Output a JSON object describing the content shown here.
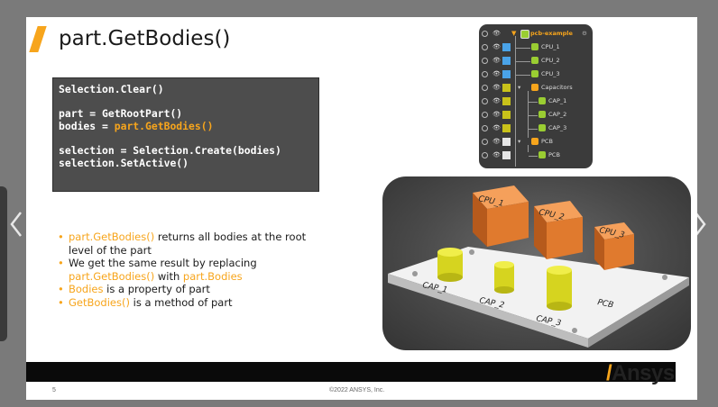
{
  "slide": {
    "title": "part.GetBodies()",
    "page_number": "5",
    "copyright": "©2022 ANSYS, Inc.",
    "logo_text": "Ansys",
    "accent_color": "#f7a51c"
  },
  "code": {
    "line1": "Selection.Clear()",
    "line2a": "part = GetRootPart()",
    "line3a": "bodies = ",
    "line3b": "part.GetBodies()",
    "line4": "selection = Selection.Create(bodies)",
    "line5": "selection.SetActive()"
  },
  "bullets": {
    "b1_hl": "part.GetBodies()",
    "b1_rest": " returns all bodies at the root level of the part",
    "b2_rest": "We get the same result by replacing ",
    "b2_hl1": "part.GetBodies()",
    "b2_mid": " with ",
    "b2_hl2": "part.Bodies",
    "b3_hl": "Bodies",
    "b3_rest": " is a property of part",
    "b4_hl": "GetBodies()",
    "b4_rest": " is a method of part"
  },
  "tree": {
    "root": "pcb-example",
    "items": [
      {
        "label": "CPU_1"
      },
      {
        "label": "CPU_2"
      },
      {
        "label": "CPU_3"
      },
      {
        "label": "Capacitors"
      },
      {
        "label": "CAP_1"
      },
      {
        "label": "CAP_2"
      },
      {
        "label": "CAP_3"
      },
      {
        "label": "PCB"
      },
      {
        "label": "PCB"
      }
    ]
  },
  "model": {
    "cpu1": "CPU_1",
    "cpu2": "CPU_2",
    "cpu3": "CPU_3",
    "cap1": "CAP_1",
    "cap2": "CAP_2",
    "cap3": "CAP_3",
    "pcb": "PCB"
  }
}
